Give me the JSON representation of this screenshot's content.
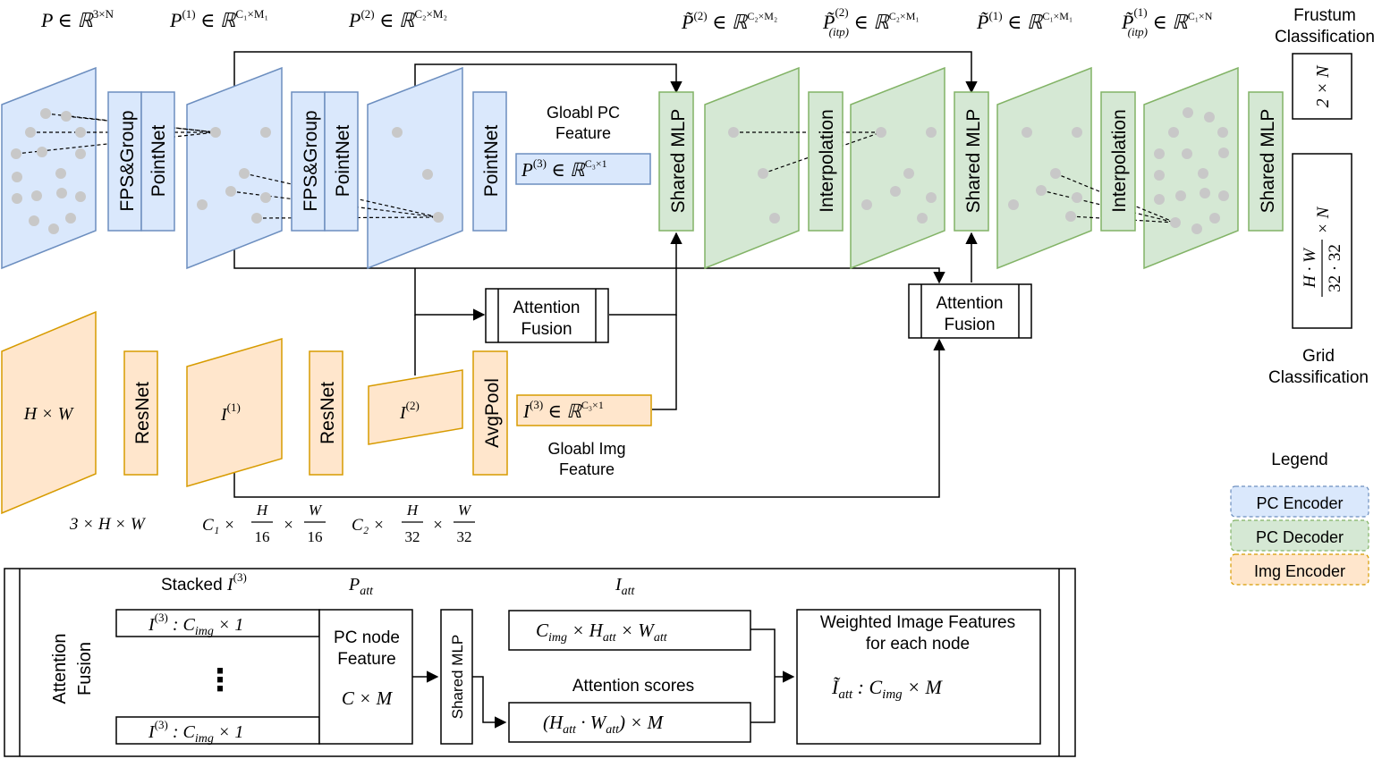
{
  "colors": {
    "pc_encoder_fill": "#dae8fc",
    "pc_encoder_stroke": "#6c8ebf",
    "pc_decoder_fill": "#d5e8d4",
    "pc_decoder_stroke": "#82b366",
    "img_encoder_fill": "#ffe6cc",
    "img_encoder_stroke": "#d79b00",
    "point": "#c8c8c8",
    "line": "#000000"
  },
  "top_labels": {
    "p_main": "P ∈ ℝ",
    "p_sup": "3×N",
    "p1_main": "P",
    "p1_paren": "(1)",
    "p1_in": " ∈ ℝ",
    "p1_sup": "C₁×M₁",
    "p2_main": "P",
    "p2_paren": "(2)",
    "p2_in": " ∈ ℝ",
    "p2_sup": "C₂×M₂",
    "pt2_main": "P̃",
    "pt2_paren": "(2)",
    "pt2_in": " ∈ ℝ",
    "pt2_sup": "C₂×M₂",
    "pt2i_main": "P̃",
    "pt2i_paren": "(2)",
    "pt2i_sub": "(itp)",
    "pt2i_in": " ∈ ℝ",
    "pt2i_sup": "C₂×M₁",
    "pt1_main": "P̃",
    "pt1_paren": "(1)",
    "pt1_in": " ∈ ℝ",
    "pt1_sup": "C₁×M₁",
    "pt1i_main": "P̃",
    "pt1i_paren": "(1)",
    "pt1i_sub": "(itp)",
    "pt1i_in": " ∈ ℝ",
    "pt1i_sup": "C₁×N",
    "frustum_line1": "Frustum",
    "frustum_line2": "Classification"
  },
  "blocks": {
    "fps_group": "FPS&Group",
    "pointnet": "PointNet",
    "shared_mlp": "Shared MLP",
    "interpolation": "Interpolation",
    "resnet": "ResNet",
    "avgpool": "AvgPool"
  },
  "global_pc": {
    "line1": "Gloabl PC",
    "line2": "Feature",
    "box_main": "P",
    "box_paren": "(3)",
    "box_in": " ∈ ℝ",
    "box_sup": "C₃×1"
  },
  "global_img": {
    "line1": "Gloabl Img",
    "line2": "Feature",
    "box_main": "I",
    "box_paren": "(3)",
    "box_in": " ∈ ℝ",
    "box_sup": "C₃×1"
  },
  "attention_fusion": {
    "line1": "Attention",
    "line2": "Fusion"
  },
  "image_labels": {
    "hw": "H × W",
    "i1_main": "I",
    "i1_sup": "(1)",
    "i2_main": "I",
    "i2_sup": "(2)"
  },
  "dims": {
    "d0": "3 × H × W",
    "d1_pre": "C₁ ×",
    "d1_f1_num": "H",
    "d1_f1_den": "16",
    "d1_mid": "×",
    "d1_f2_num": "W",
    "d1_f2_den": "16",
    "d2_pre": "C₂ ×",
    "d2_f1_num": "H",
    "d2_f1_den": "32",
    "d2_mid": "×",
    "d2_f2_num": "W",
    "d2_f2_den": "32"
  },
  "output": {
    "frustum_box": "2 × N",
    "grid_num": "H · W",
    "grid_den": "32 · 32",
    "grid_tail": "× N",
    "grid_line1": "Grid",
    "grid_line2": "Classification"
  },
  "legend": {
    "title": "Legend",
    "items": [
      "PC Encoder",
      "PC Decoder",
      "Img Encoder"
    ]
  },
  "detail": {
    "side_line1": "Attention",
    "side_line2": "Fusion",
    "stacked_label": "Stacked ",
    "stacked_i": "I",
    "stacked_sup": "(3)",
    "row_main": "I",
    "row_sup": "(3)",
    "row_rest": " : C",
    "row_sub": "img",
    "row_tail": " × 1",
    "ellipsis": "⋮",
    "p_att_main": "P",
    "p_att_sub": "att",
    "i_att_main": "I",
    "i_att_sub": "att",
    "pc_node_line1": "PC node",
    "pc_node_line2": "Feature",
    "cxm": "C × M",
    "shared_mlp": "Shared MLP",
    "cimg_box": "C_img × H_att × W_att",
    "attn_scores": "Attention scores",
    "attn_box": "(H_att · W_att) × M",
    "weighted_line1": "Weighted Image Features",
    "weighted_line2": "for each node",
    "weighted_formula": "Ĩ_att : C_img × M"
  }
}
